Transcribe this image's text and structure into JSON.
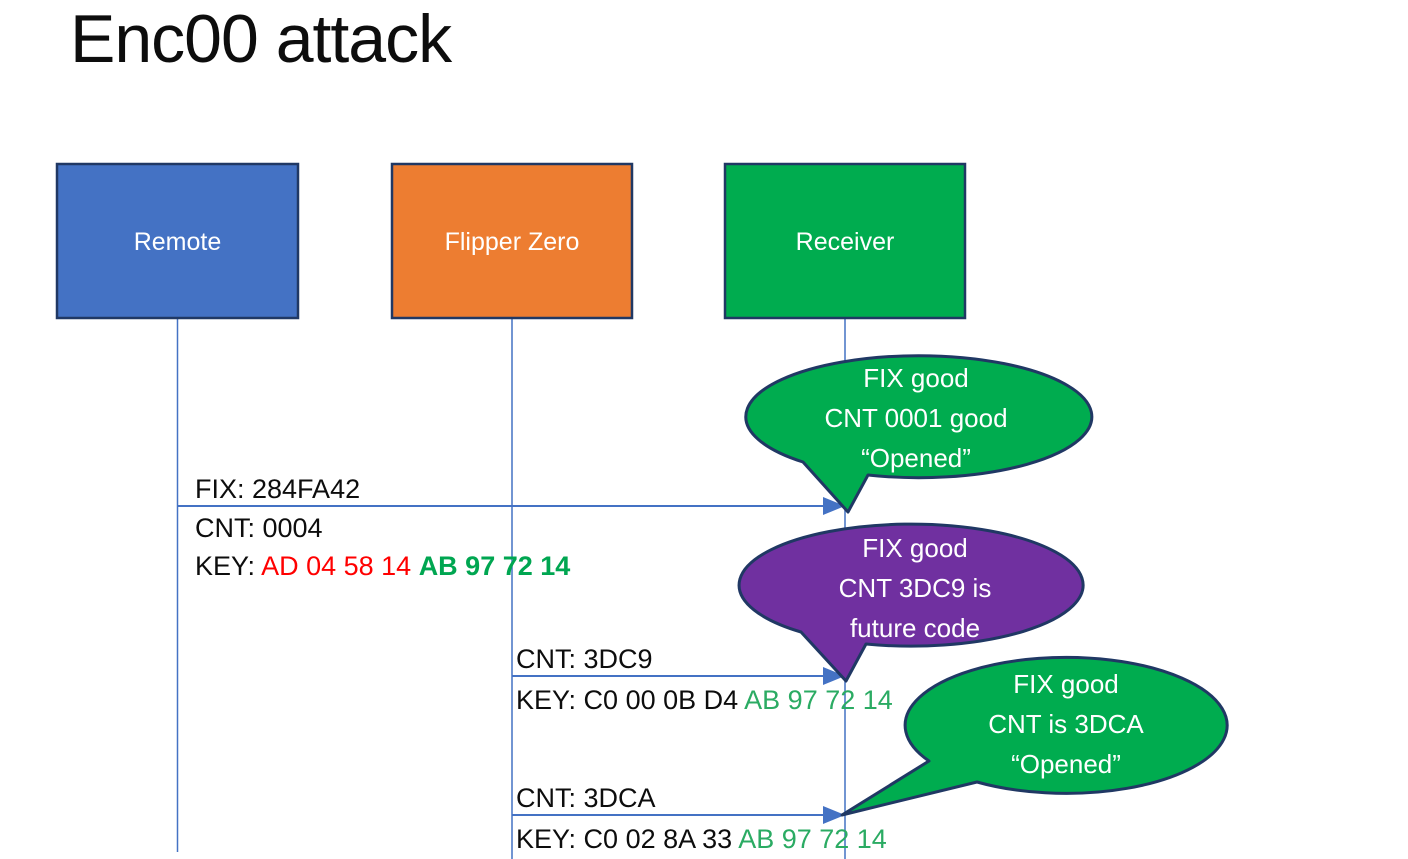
{
  "title": "Enc00 attack",
  "actors": [
    {
      "label": "Remote",
      "fill": "#4472C4"
    },
    {
      "label": "Flipper Zero",
      "fill": "#ED7D31"
    },
    {
      "label": "Receiver",
      "fill": "#00AC4F"
    }
  ],
  "messages": [
    {
      "above": {
        "fix": "FIX: 284FA42"
      },
      "below": {
        "cnt": "CNT: 0004",
        "key_label": "KEY: ",
        "key_red": "AD 04 58 14 ",
        "key_green": "AB 97 72 14"
      }
    },
    {
      "above": {
        "cnt": "CNT: 3DC9"
      },
      "below": {
        "key_label": "KEY: ",
        "key_black": "C0 00 0B D4 ",
        "key_green": "AB 97 72 14"
      }
    },
    {
      "above": {
        "cnt": "CNT: 3DCA"
      },
      "below": {
        "key_label": "KEY: ",
        "key_black": "C0 02 8A 33 ",
        "key_green": "AB 97 72 14"
      }
    }
  ],
  "callouts": [
    {
      "fill": "#00AC4F",
      "lines": [
        "FIX good",
        "CNT 0001 good",
        "“Opened”"
      ]
    },
    {
      "fill": "#7030A0",
      "lines": [
        "FIX good",
        "CNT 3DC9 is",
        "future code"
      ]
    },
    {
      "fill": "#00AC4F",
      "lines": [
        "FIX good",
        "CNT is 3DCA",
        "“Opened”"
      ]
    }
  ],
  "colors": {
    "actor_border": "#203864",
    "callout_border": "#203864",
    "line_blue": "#4472C4",
    "key_red": "#FF0000",
    "key_green_bold": "#00A651",
    "key_green": "#2BAB63",
    "text_black": "#0d0d0d",
    "text_white": "#ffffff"
  }
}
